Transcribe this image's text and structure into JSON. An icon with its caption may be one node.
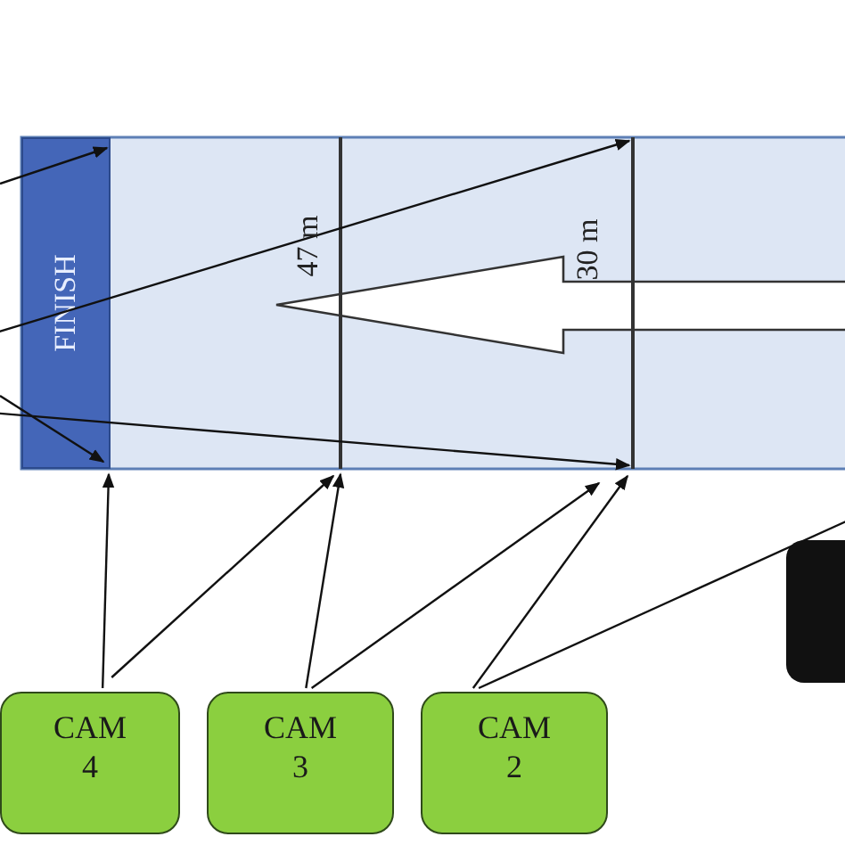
{
  "diagram": {
    "nodes": [
      {
        "text": [
          "FINISH"
        ]
      },
      {
        "text": [],
        "shape": "bar",
        "beside": [
          "47 m"
        ]
      },
      {
        "text": [],
        "shape": "bar",
        "beside": [
          "30 m"
        ]
      },
      {
        "text": [
          "CAM 4"
        ]
      },
      {
        "text": [
          "CAM 3"
        ]
      },
      {
        "text": [
          "CAM 2"
        ]
      },
      {
        "text": [],
        "shape": "box"
      }
    ],
    "edges": [
      {
        "from": null,
        "to": 0,
        "arrow": "to"
      },
      {
        "from": null,
        "to": 2,
        "arrow": "to"
      },
      {
        "from": null,
        "to": 0,
        "arrow": "to"
      },
      {
        "from": null,
        "to": 2,
        "arrow": "to"
      },
      {
        "from": 3,
        "to": 0,
        "arrow": "to"
      },
      {
        "from": 3,
        "to": 1,
        "arrow": "to"
      },
      {
        "from": 4,
        "to": 1,
        "arrow": "to"
      },
      {
        "from": 4,
        "to": 2,
        "arrow": "to"
      },
      {
        "from": 5,
        "to": 2,
        "arrow": "to"
      },
      {
        "from": 5,
        "to": null,
        "arrow": "none"
      }
    ]
  }
}
